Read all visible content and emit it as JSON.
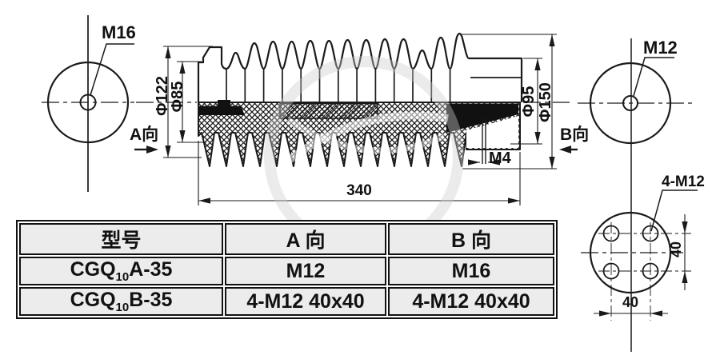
{
  "drawing": {
    "labels": {
      "left_view_thread": "M16",
      "right_view_thread": "M12",
      "view_a": "A向",
      "view_b": "B向",
      "dia_122": "Φ122",
      "dia_85": "Φ85",
      "dia_95": "Φ95",
      "dia_150": "Φ150",
      "overall_length": "340",
      "stud_thread": "M4",
      "flange_bolts": "4-M12",
      "bolt_spacing_vertical": "40",
      "bolt_spacing_horizontal": "40"
    }
  },
  "table": {
    "headers": [
      "型号",
      "A 向",
      "B 向"
    ],
    "rows": [
      {
        "model": {
          "prefix": "CGQ",
          "sub": "10",
          "suffix": "A-35"
        },
        "a": "M12",
        "b": "M16"
      },
      {
        "model": {
          "prefix": "CGQ",
          "sub": "10",
          "suffix": "B-35"
        },
        "a": "4-M12 40x40",
        "b": "4-M12 40x40"
      }
    ]
  },
  "colors": {
    "line": "#1a1a1a",
    "table_bg": "#ececec"
  }
}
